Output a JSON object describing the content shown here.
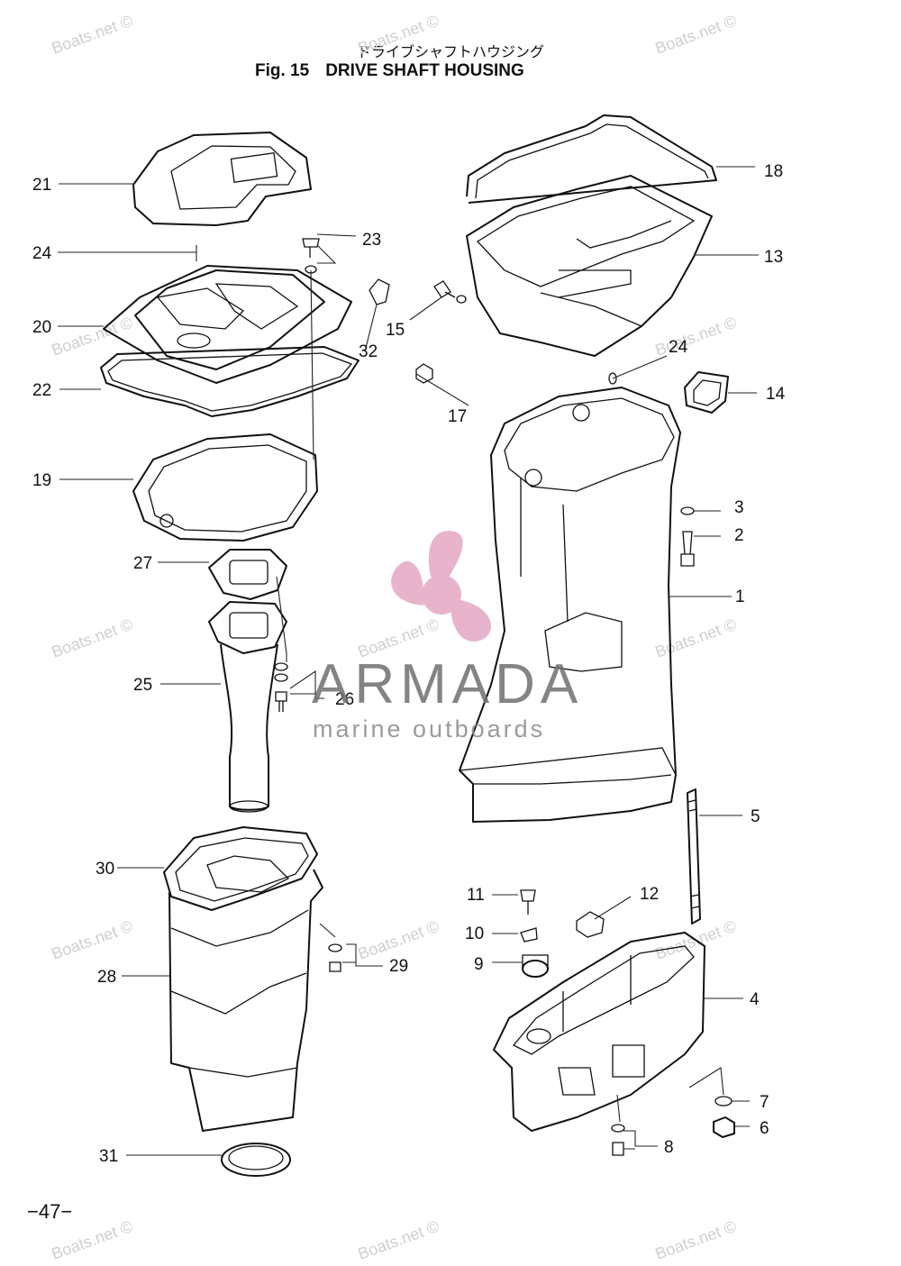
{
  "header": {
    "japanese_title": "ドライブシャフトハウジング",
    "figure_number": "Fig. 15",
    "title": "DRIVE SHAFT HOUSING"
  },
  "page_number": "−47−",
  "branding": {
    "logo_name": "ARMADA",
    "logo_tagline": "marine outboards",
    "logo_color": "#e3a7c4",
    "watermark": "Boats.net ©"
  },
  "callouts": [
    "21",
    "24",
    "20",
    "22",
    "19",
    "27",
    "25",
    "26",
    "30",
    "28",
    "31",
    "23",
    "32",
    "15",
    "17",
    "18",
    "13",
    "24",
    "14",
    "3",
    "2",
    "1",
    "5",
    "11",
    "12",
    "10",
    "9",
    "29",
    "4",
    "7",
    "6",
    "8"
  ]
}
